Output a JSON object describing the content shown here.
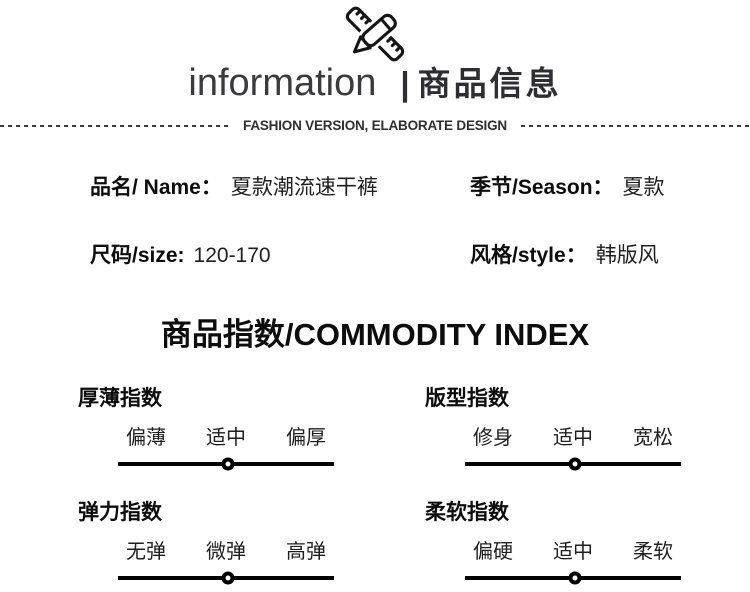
{
  "header": {
    "icon": "pencil-and-ruler-icon",
    "title_en": "information",
    "separator": "|",
    "title_zh": "商品信息",
    "tagline": "FASHION VERSION, ELABORATE DESIGN"
  },
  "product_info": {
    "fields": [
      {
        "label": "品名/ Name：",
        "value": "夏款潮流速干裤"
      },
      {
        "label": "季节/Season：",
        "value": "夏款"
      },
      {
        "label": "尺码/size:",
        "value": "120-170"
      },
      {
        "label": "风格/style：",
        "value": "韩版风"
      }
    ]
  },
  "index_section": {
    "title": "商品指数/COMMODITY INDEX",
    "indexes": [
      {
        "name": "厚薄指数",
        "options": [
          "偏薄",
          "适中",
          "偏厚"
        ],
        "selected": "适中",
        "marker_percent": 51
      },
      {
        "name": "版型指数",
        "options": [
          "修身",
          "适中",
          "宽松"
        ],
        "selected": "适中",
        "marker_percent": 51
      },
      {
        "name": "弹力指数",
        "options": [
          "无弹",
          "微弹",
          "高弹"
        ],
        "selected": "微弹",
        "marker_percent": 51
      },
      {
        "name": "柔软指数",
        "options": [
          "偏硬",
          "适中",
          "柔软"
        ],
        "selected": "适中",
        "marker_percent": 51
      }
    ]
  },
  "colors": {
    "background": "#ffffff",
    "text": "#333333",
    "heading": "#0d0d0d",
    "line": "#000000"
  }
}
